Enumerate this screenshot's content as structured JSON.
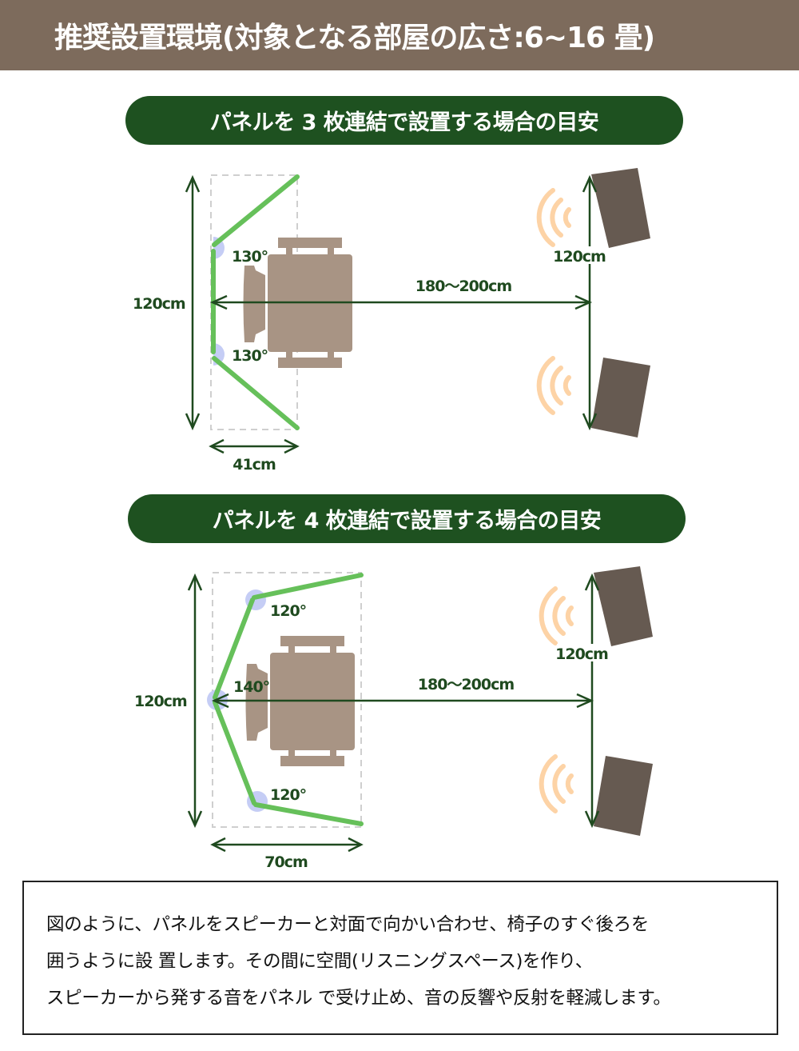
{
  "header": {
    "title": "推奨設置環境(対象となる部屋の広さ:6~16 畳)"
  },
  "colors": {
    "header_bg": "#7d6b5c",
    "pill_bg": "#1e5120",
    "panel": "#66c05a",
    "arrow": "#1f4a1f",
    "speaker": "#665a51",
    "chair": "#a89484",
    "wave": "#fdd3a6",
    "angle": "#c5cdf5"
  },
  "section1": {
    "title": "パネルを 3 枚連結で設置する場合の目安",
    "height_label": "120cm",
    "angle_top": "130°",
    "angle_bottom": "130°",
    "distance_label": "180～200cm",
    "speaker_span_label": "120cm",
    "width_label": "41cm"
  },
  "section2": {
    "title": "パネルを 4 枚連結で設置する場合の目安",
    "height_label": "120cm",
    "angle_top": "120°",
    "angle_middle": "140°",
    "angle_bottom": "120°",
    "distance_label": "180～200cm",
    "speaker_span_label": "120cm",
    "width_label": "70cm"
  },
  "description": {
    "lines": [
      "図のように、パネルをスピーカーと対面で向かい合わせ、椅子のすぐ後ろを",
      "囲うように設 置します。その間に空間(リスニングスペース)を作り、",
      "スピーカーから発する音をパネル で受け止め、音の反響や反射を軽減します。"
    ]
  }
}
